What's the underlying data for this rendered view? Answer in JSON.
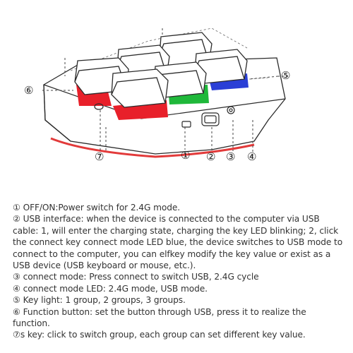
{
  "diagram": {
    "callouts": [
      {
        "id": "1",
        "symbol": "①"
      },
      {
        "id": "2",
        "symbol": "②"
      },
      {
        "id": "3",
        "symbol": "③"
      },
      {
        "id": "4",
        "symbol": "④"
      },
      {
        "id": "5",
        "symbol": "⑤"
      },
      {
        "id": "6",
        "symbol": "⑥"
      },
      {
        "id": "7",
        "symbol": "⑦"
      }
    ],
    "colors": {
      "red_led": "#e8202a",
      "green_led": "#1fb83a",
      "blue_led": "#2a3fd6",
      "outline": "#2a2a2a",
      "red_stripe": "#e23a3a"
    }
  },
  "legend": [
    "① OFF/ON:Power switch for 2.4G mode.",
    "② USB interface: when the device is connected to the computer via USB cable: 1, will enter the charging state, charging the key LED blinking; 2, click the connect key connect mode LED blue, the device switches to USB mode to connect to the computer, you can elfkey modify the key value or exist as a USB device (USB keyboard or mouse, etc.).",
    "③ connect mode: Press connect to switch USB, 2.4G cycle",
    "④ connect mode LED: 2.4G mode, USB mode.",
    "⑤ Key light: 1 group, 2 groups, 3 groups.",
    "⑥ Function button: set the button through USB, press it to realize the function.",
    "⑦s key: click to switch group, each group can set different key value."
  ]
}
